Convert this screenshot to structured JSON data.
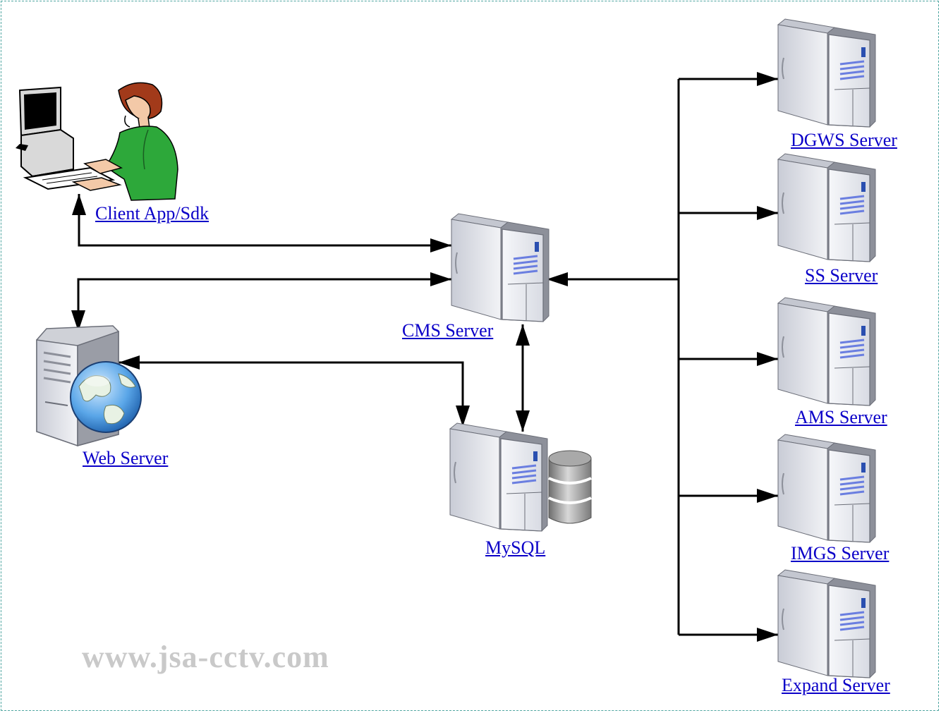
{
  "nodes": {
    "client": "Client App/Sdk",
    "cms": "CMS Server",
    "web": "Web Server",
    "mysql": "MySQL",
    "dgws": "DGWS Server",
    "ss": "SS Server",
    "ams": "AMS Server",
    "imgs": "IMGS Server",
    "expand": "Expand Server"
  },
  "watermark": "www.jsa-cctv.com",
  "colors": {
    "link": "#0b00c8",
    "line": "#000000",
    "frame": "#4fa6a1",
    "watermark": "#c9c9c9",
    "server_body": "#e6e8ee",
    "server_stripes": "#6a7ee0"
  },
  "icons": [
    "desktop-monitor-icon",
    "person-typing-icon",
    "tower-server-icon",
    "globe-icon",
    "database-cylinder-icon"
  ]
}
